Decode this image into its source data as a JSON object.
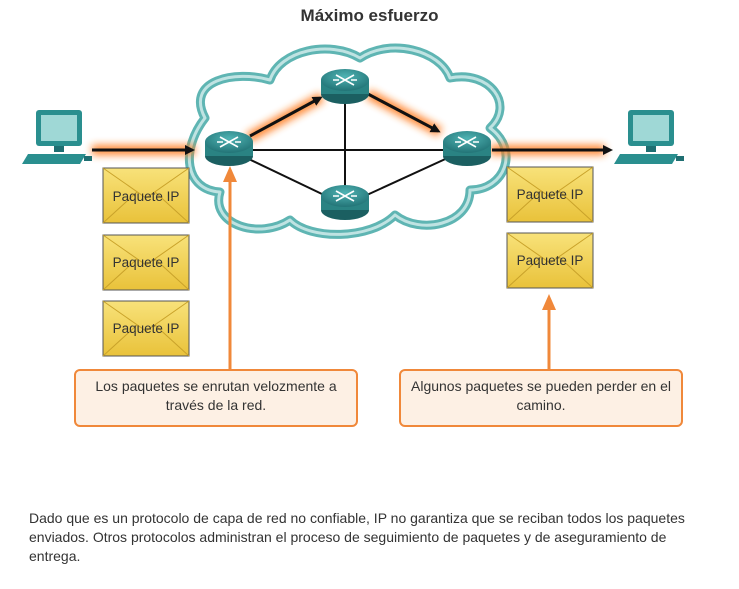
{
  "title": "Máximo esfuerzo",
  "packet_label": "Paquete IP",
  "left_packets": [
    "Paquete IP",
    "Paquete IP",
    "Paquete IP"
  ],
  "right_packets": [
    "Paquete IP",
    "Paquete IP"
  ],
  "callouts": {
    "left": "Los paquetes se enrutan velozmente a través de la red.",
    "right": "Algunos paquetes se pueden perder en el camino."
  },
  "caption": "Dado que es un protocolo de capa de red no confiable, IP no garantiza que se reciban todos los paquetes enviados. Otros protocolos administran el proceso de seguimiento de paquetes y de aseguramiento de entrega.",
  "colors": {
    "device_teal": "#2a8f8f",
    "cloud_teal": "#5fb5b3",
    "packet_fill": "#f2d04e",
    "callout_border": "#f0883a",
    "callout_fill": "#fdf0e4",
    "arrow_orange": "#f0883a"
  },
  "icons": [
    "pc-icon",
    "router-icon",
    "cloud-icon",
    "envelope-icon"
  ]
}
